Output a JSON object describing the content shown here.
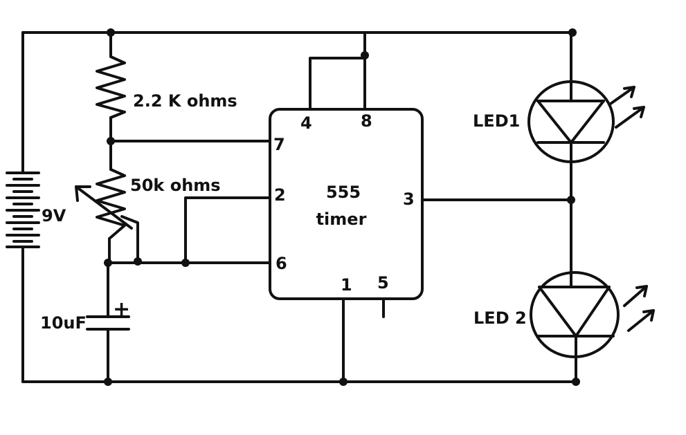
{
  "battery": {
    "label": "9V"
  },
  "resistor1": {
    "label": "2.2 K ohms"
  },
  "potentiometer": {
    "label": "50k ohms"
  },
  "capacitor": {
    "label": "10uF",
    "polarity": "+"
  },
  "timer": {
    "label_line1": "555",
    "label_line2": "timer",
    "pins": {
      "p1": "1",
      "p2": "2",
      "p3": "3",
      "p4": "4",
      "p5": "5",
      "p6": "6",
      "p7": "7",
      "p8": "8"
    }
  },
  "led1": {
    "label": "LED1"
  },
  "led2": {
    "label": "LED 2"
  },
  "colors": {
    "ink": "#111111",
    "background": "#ffffff"
  }
}
